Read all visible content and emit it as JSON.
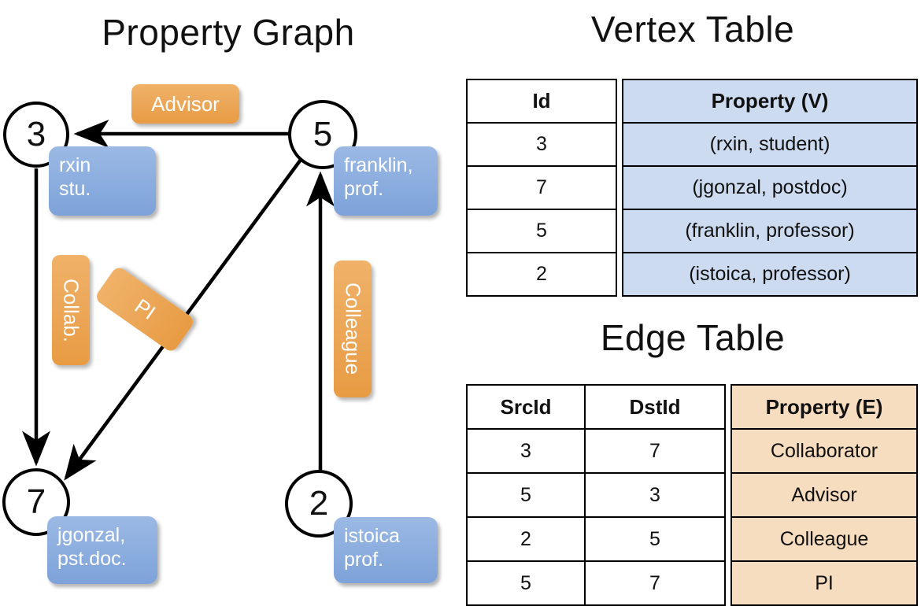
{
  "titles": {
    "property_graph": "Property Graph",
    "vertex_table": "Vertex Table",
    "edge_table": "Edge Table"
  },
  "graph": {
    "vertices": [
      {
        "id": "3",
        "property_line1": "rxin",
        "property_line2": "stu."
      },
      {
        "id": "5",
        "property_line1": "franklin,",
        "property_line2": "prof."
      },
      {
        "id": "7",
        "property_line1": "jgonzal,",
        "property_line2": "pst.doc."
      },
      {
        "id": "2",
        "property_line1": "istoica",
        "property_line2": "prof."
      }
    ],
    "edge_labels": [
      {
        "name": "advisor",
        "text": "Advisor"
      },
      {
        "name": "collab",
        "text": "Collab."
      },
      {
        "name": "pi",
        "text": "PI"
      },
      {
        "name": "colleague",
        "text": "Colleague"
      }
    ],
    "edges": [
      {
        "from": "5",
        "to": "3",
        "label": "Advisor"
      },
      {
        "from": "3",
        "to": "7",
        "label": "Collab."
      },
      {
        "from": "5",
        "to": "7",
        "label": "PI"
      },
      {
        "from": "2",
        "to": "5",
        "label": "Colleague"
      }
    ]
  },
  "vertex_table": {
    "headers": [
      "Id",
      "Property (V)"
    ],
    "rows": [
      {
        "id": "3",
        "property": "(rxin, student)"
      },
      {
        "id": "7",
        "property": "(jgonzal, postdoc)"
      },
      {
        "id": "5",
        "property": "(franklin, professor)"
      },
      {
        "id": "2",
        "property": "(istoica, professor)"
      }
    ]
  },
  "edge_table": {
    "headers": [
      "SrcId",
      "DstId",
      "Property (E)"
    ],
    "rows": [
      {
        "src": "3",
        "dst": "7",
        "property": "Collaborator"
      },
      {
        "src": "5",
        "dst": "3",
        "property": "Advisor"
      },
      {
        "src": "2",
        "dst": "5",
        "property": "Colleague"
      },
      {
        "src": "5",
        "dst": "7",
        "property": "PI"
      }
    ]
  },
  "colors": {
    "vertex_property_fill": "#cddbf0",
    "edge_property_fill": "#f7ddc0",
    "node_box_blue": "#8fb0e0",
    "edge_label_orange": "#eca85a",
    "stroke": "#000000"
  }
}
